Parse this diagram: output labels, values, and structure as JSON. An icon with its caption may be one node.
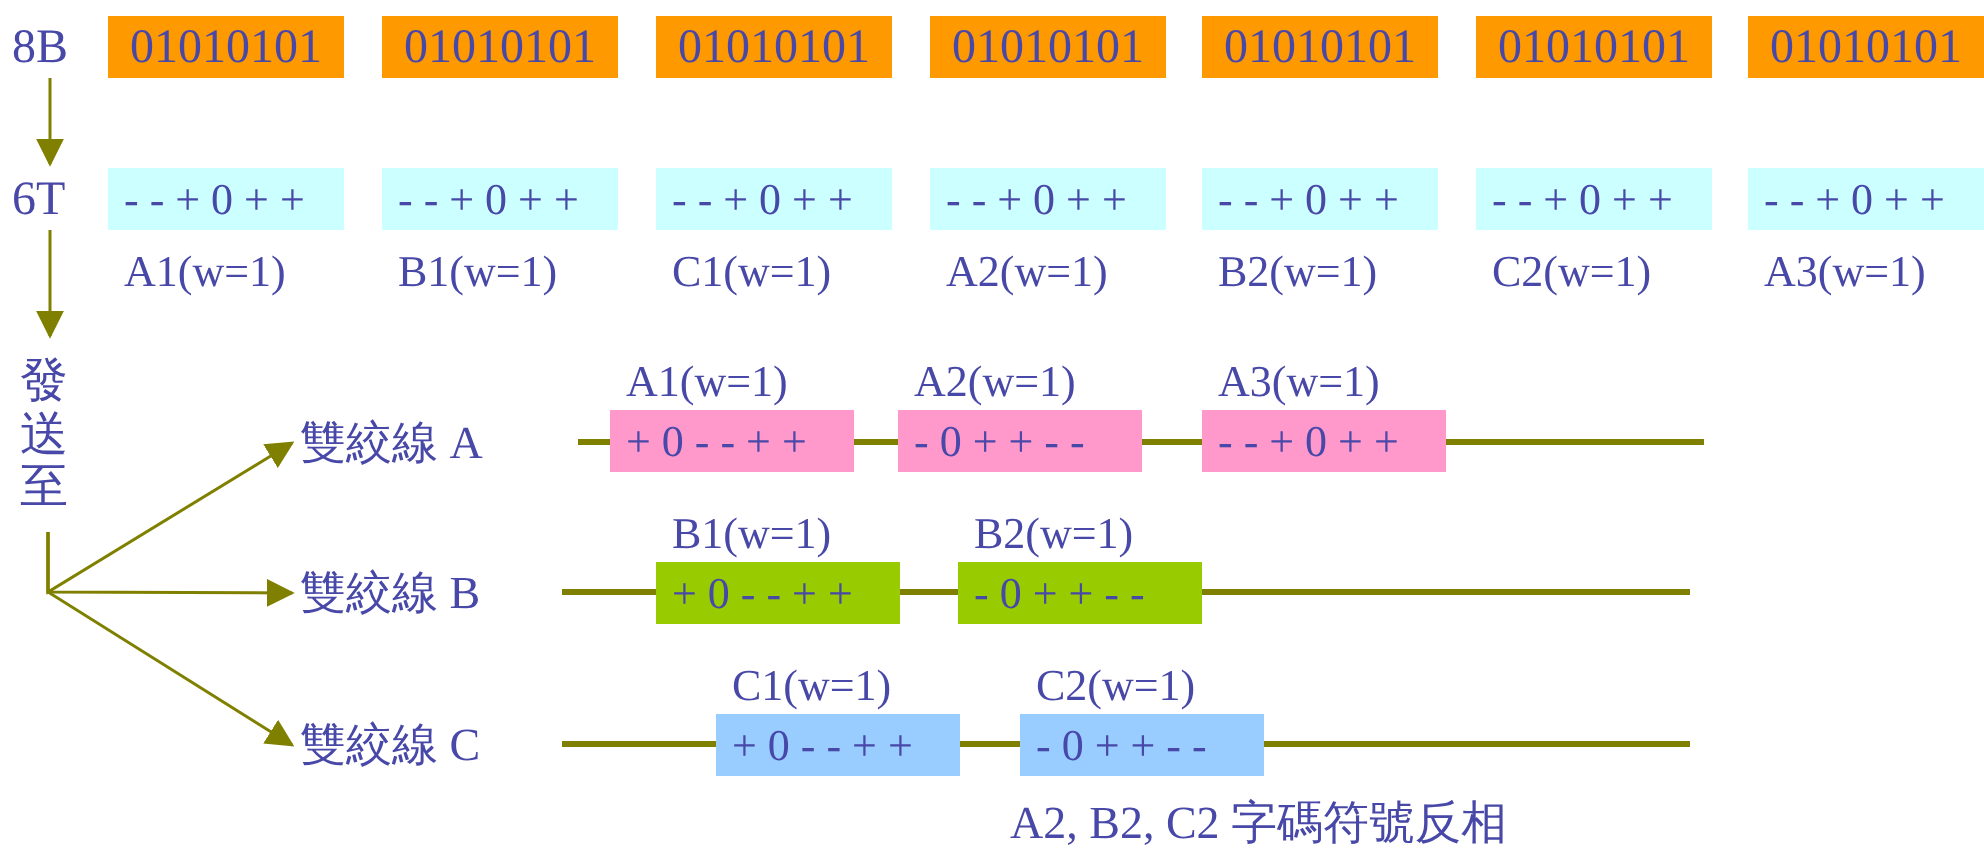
{
  "diagram": {
    "nodes": [
      {
        "text": [
          "8B"
        ]
      },
      {
        "text": [
          "01010101"
        ]
      },
      {
        "text": [
          "01010101"
        ]
      },
      {
        "text": [
          "01010101"
        ]
      },
      {
        "text": [
          "01010101"
        ]
      },
      {
        "text": [
          "01010101"
        ]
      },
      {
        "text": [
          "01010101"
        ]
      },
      {
        "text": [
          "01010101"
        ]
      },
      {
        "text": [
          "6T"
        ]
      },
      {
        "text": [
          "- - + 0 + +"
        ],
        "beside": [
          "A1(w=1)"
        ]
      },
      {
        "text": [
          "- - + 0 + +"
        ],
        "beside": [
          "B1(w=1)"
        ]
      },
      {
        "text": [
          "- - + 0 + +"
        ],
        "beside": [
          "C1(w=1)"
        ]
      },
      {
        "text": [
          "- - + 0 + +"
        ],
        "beside": [
          "A2(w=1)"
        ]
      },
      {
        "text": [
          "- - + 0 + +"
        ],
        "beside": [
          "B2(w=1)"
        ]
      },
      {
        "text": [
          "- - + 0 + +"
        ],
        "beside": [
          "C2(w=1)"
        ]
      },
      {
        "text": [
          "- - + 0 + +"
        ],
        "beside": [
          "A3(w=1)"
        ]
      },
      {
        "text": [
          "發送至"
        ]
      },
      {
        "text": [
          "雙絞線 A"
        ]
      },
      {
        "text": [
          "+ 0 - - + +"
        ],
        "beside": [
          "A1(w=1)"
        ]
      },
      {
        "text": [
          "- 0 + + - -"
        ],
        "beside": [
          "A2(w=1)"
        ]
      },
      {
        "text": [
          "- - + 0 + +"
        ],
        "beside": [
          "A3(w=1)"
        ]
      },
      {
        "text": [
          "雙絞線 B"
        ]
      },
      {
        "text": [
          "+ 0 - - + +"
        ],
        "beside": [
          "B1(w=1)"
        ]
      },
      {
        "text": [
          "- 0 + + - -"
        ],
        "beside": [
          "B2(w=1)"
        ]
      },
      {
        "text": [
          "雙絞線 C"
        ]
      },
      {
        "text": [
          "+ 0 - - + +"
        ],
        "beside": [
          "C1(w=1)"
        ]
      },
      {
        "text": [
          "- 0 + + - -"
        ],
        "beside": [
          "C2(w=1)"
        ]
      }
    ],
    "edges": [
      {
        "from": 0,
        "to": 8,
        "arrow": "to"
      },
      {
        "from": 8,
        "to": 16,
        "arrow": "to"
      },
      {
        "from": 16,
        "to": 17,
        "arrow": "to"
      },
      {
        "from": 16,
        "to": 21,
        "arrow": "to"
      },
      {
        "from": 16,
        "to": 24,
        "arrow": "to"
      }
    ],
    "labels": [
      "A2, B2, C2 字碼符號反相"
    ]
  }
}
